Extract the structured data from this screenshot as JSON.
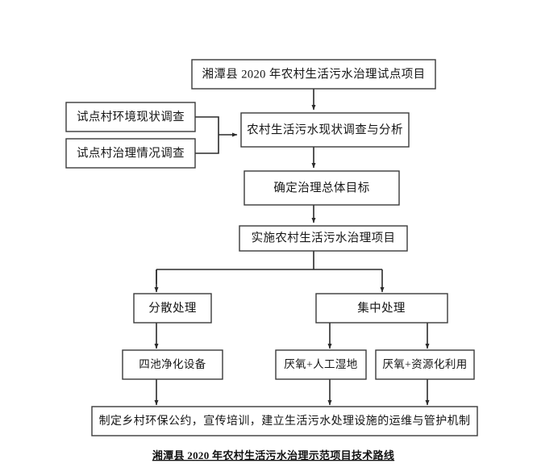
{
  "diagram": {
    "title_caption": "湘潭县 2020 年农村生活污水治理示范项目技术路线",
    "background_color": "#ffffff",
    "line_color": "#2b2b2b",
    "box_border_color": "#3a3a3a",
    "text_color": "#161616",
    "nodes": {
      "project": "湘潭县 2020 年农村生活污水治理试点项目",
      "survey_env": "试点村环境现状调查",
      "survey_gov": "试点村治理情况调查",
      "analysis": "农村生活污水现状调查与分析",
      "goal": "确定治理总体目标",
      "implement": "实施农村生活污水治理项目",
      "decentral": "分散处理",
      "central": "集中处理",
      "four_pond": "四池净化设备",
      "anaerobic_wetland": "厌氧+人工湿地",
      "anaerobic_resource": "厌氧+资源化利用",
      "mechanism": "制定乡村环保公约，宣传培训，建立生活污水处理设施的运维与管护机制"
    }
  }
}
